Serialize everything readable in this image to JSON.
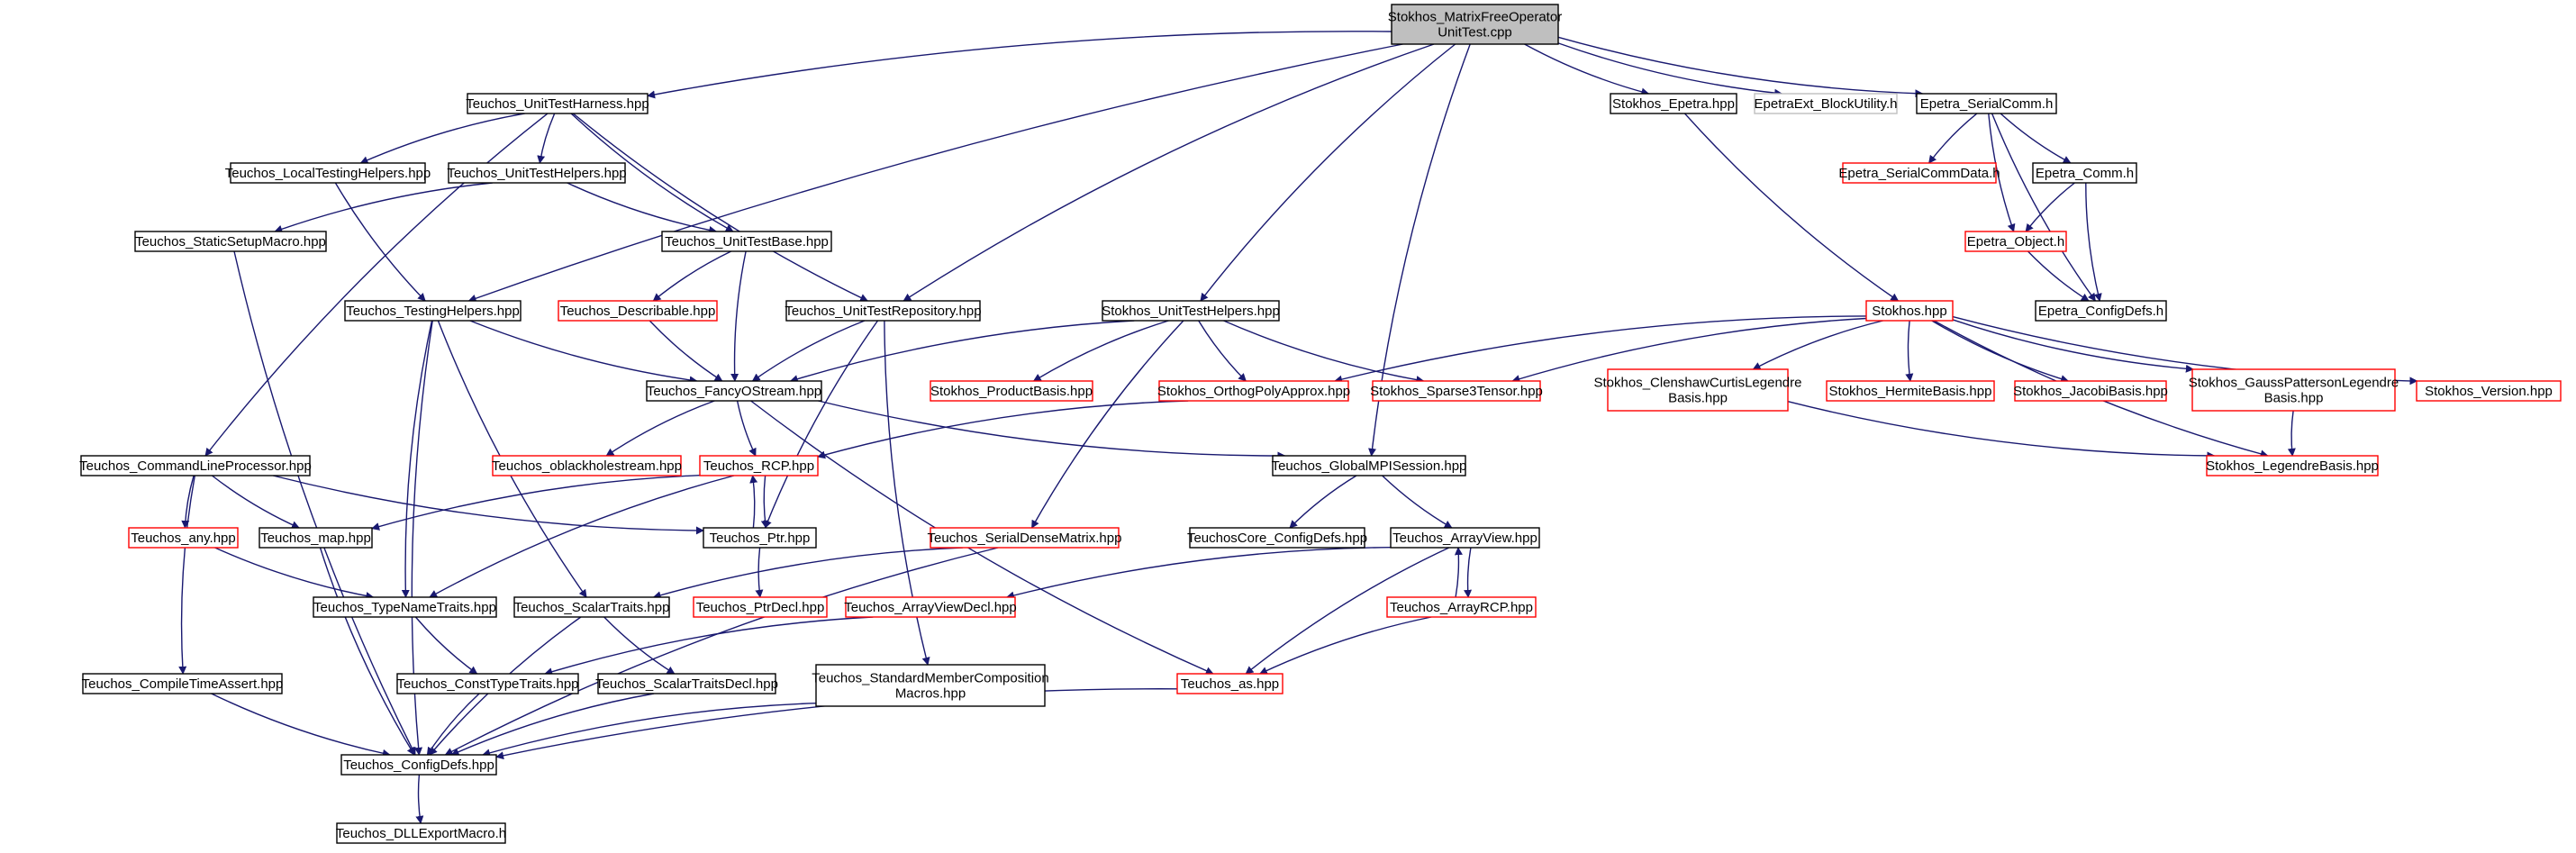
{
  "title": "Stokhos_MatrixFreeOperatorUnitTest.cpp include dependency graph",
  "colors": {
    "edge": "#191970",
    "border_normal": "#000000",
    "border_incomplete": "#ff0000",
    "border_external": "#bfbfbf",
    "root_fill": "#bfbfbf"
  },
  "nodes": {
    "root": {
      "lines": [
        "Stokhos_MatrixFreeOperator",
        "UnitTest.cpp"
      ],
      "kind": "root"
    },
    "uth": {
      "lines": [
        "Teuchos_UnitTestHarness.hpp"
      ],
      "kind": "normal"
    },
    "sepetra": {
      "lines": [
        "Stokhos_Epetra.hpp"
      ],
      "kind": "normal"
    },
    "epetraext": {
      "lines": [
        "EpetraExt_BlockUtility.h"
      ],
      "kind": "external"
    },
    "eserial": {
      "lines": [
        "Epetra_SerialComm.h"
      ],
      "kind": "normal"
    },
    "localtest": {
      "lines": [
        "Teuchos_LocalTestingHelpers.hpp"
      ],
      "kind": "normal"
    },
    "uthelp": {
      "lines": [
        "Teuchos_UnitTestHelpers.hpp"
      ],
      "kind": "normal"
    },
    "eserialdata": {
      "lines": [
        "Epetra_SerialCommData.h"
      ],
      "kind": "incomplete"
    },
    "ecomm": {
      "lines": [
        "Epetra_Comm.h"
      ],
      "kind": "normal"
    },
    "staticsetup": {
      "lines": [
        "Teuchos_StaticSetupMacro.hpp"
      ],
      "kind": "normal"
    },
    "utbase": {
      "lines": [
        "Teuchos_UnitTestBase.hpp"
      ],
      "kind": "normal"
    },
    "eobject": {
      "lines": [
        "Epetra_Object.h"
      ],
      "kind": "incomplete"
    },
    "testhelp": {
      "lines": [
        "Teuchos_TestingHelpers.hpp"
      ],
      "kind": "normal"
    },
    "describable": {
      "lines": [
        "Teuchos_Describable.hpp"
      ],
      "kind": "incomplete"
    },
    "utrepo": {
      "lines": [
        "Teuchos_UnitTestRepository.hpp"
      ],
      "kind": "normal"
    },
    "sunittest": {
      "lines": [
        "Stokhos_UnitTestHelpers.hpp"
      ],
      "kind": "normal"
    },
    "stokhos": {
      "lines": [
        "Stokhos.hpp"
      ],
      "kind": "incomplete"
    },
    "econfig": {
      "lines": [
        "Epetra_ConfigDefs.h"
      ],
      "kind": "normal"
    },
    "fancy": {
      "lines": [
        "Teuchos_FancyOStream.hpp"
      ],
      "kind": "normal"
    },
    "prodbasis": {
      "lines": [
        "Stokhos_ProductBasis.hpp"
      ],
      "kind": "incomplete"
    },
    "orthog": {
      "lines": [
        "Stokhos_OrthogPolyApprox.hpp"
      ],
      "kind": "incomplete"
    },
    "sparse3": {
      "lines": [
        "Stokhos_Sparse3Tensor.hpp"
      ],
      "kind": "incomplete"
    },
    "clenshaw": {
      "lines": [
        "Stokhos_ClenshawCurtisLegendre",
        "Basis.hpp"
      ],
      "kind": "incomplete"
    },
    "hermite": {
      "lines": [
        "Stokhos_HermiteBasis.hpp"
      ],
      "kind": "incomplete"
    },
    "jacobi": {
      "lines": [
        "Stokhos_JacobiBasis.hpp"
      ],
      "kind": "incomplete"
    },
    "gauss": {
      "lines": [
        "Stokhos_GaussPattersonLegendre",
        "Basis.hpp"
      ],
      "kind": "incomplete"
    },
    "version": {
      "lines": [
        "Stokhos_Version.hpp"
      ],
      "kind": "incomplete"
    },
    "cmdline": {
      "lines": [
        "Teuchos_CommandLineProcessor.hpp"
      ],
      "kind": "normal"
    },
    "oblackhole": {
      "lines": [
        "Teuchos_oblackholestream.hpp"
      ],
      "kind": "incomplete"
    },
    "rcp": {
      "lines": [
        "Teuchos_RCP.hpp"
      ],
      "kind": "incomplete"
    },
    "globalmpi": {
      "lines": [
        "Teuchos_GlobalMPISession.hpp"
      ],
      "kind": "normal"
    },
    "legendre": {
      "lines": [
        "Stokhos_LegendreBasis.hpp"
      ],
      "kind": "incomplete"
    },
    "any": {
      "lines": [
        "Teuchos_any.hpp"
      ],
      "kind": "incomplete"
    },
    "map": {
      "lines": [
        "Teuchos_map.hpp"
      ],
      "kind": "normal"
    },
    "ptr": {
      "lines": [
        "Teuchos_Ptr.hpp"
      ],
      "kind": "normal"
    },
    "serialdense": {
      "lines": [
        "Teuchos_SerialDenseMatrix.hpp"
      ],
      "kind": "incomplete"
    },
    "coreconfig": {
      "lines": [
        "TeuchosCore_ConfigDefs.hpp"
      ],
      "kind": "normal"
    },
    "arrayview": {
      "lines": [
        "Teuchos_ArrayView.hpp"
      ],
      "kind": "normal"
    },
    "typename": {
      "lines": [
        "Teuchos_TypeNameTraits.hpp"
      ],
      "kind": "normal"
    },
    "scalar": {
      "lines": [
        "Teuchos_ScalarTraits.hpp"
      ],
      "kind": "normal"
    },
    "ptrdecl": {
      "lines": [
        "Teuchos_PtrDecl.hpp"
      ],
      "kind": "incomplete"
    },
    "avdecl": {
      "lines": [
        "Teuchos_ArrayViewDecl.hpp"
      ],
      "kind": "incomplete"
    },
    "arrayrcp": {
      "lines": [
        "Teuchos_ArrayRCP.hpp"
      ],
      "kind": "incomplete"
    },
    "compiletime": {
      "lines": [
        "Teuchos_CompileTimeAssert.hpp"
      ],
      "kind": "normal"
    },
    "consttype": {
      "lines": [
        "Teuchos_ConstTypeTraits.hpp"
      ],
      "kind": "normal"
    },
    "scalardecl": {
      "lines": [
        "Teuchos_ScalarTraitsDecl.hpp"
      ],
      "kind": "normal"
    },
    "stdmember": {
      "lines": [
        "Teuchos_StandardMemberComposition",
        "Macros.hpp"
      ],
      "kind": "normal"
    },
    "as": {
      "lines": [
        "Teuchos_as.hpp"
      ],
      "kind": "incomplete"
    },
    "tconfig": {
      "lines": [
        "Teuchos_ConfigDefs.hpp"
      ],
      "kind": "normal"
    },
    "dllexport": {
      "lines": [
        "Teuchos_DLLExportMacro.h"
      ],
      "kind": "normal"
    }
  },
  "edges": [
    [
      "root",
      "uth"
    ],
    [
      "root",
      "testhelp"
    ],
    [
      "root",
      "utrepo"
    ],
    [
      "root",
      "sunittest"
    ],
    [
      "root",
      "globalmpi"
    ],
    [
      "root",
      "sepetra"
    ],
    [
      "root",
      "epetraext"
    ],
    [
      "root",
      "eserial"
    ],
    [
      "uth",
      "localtest"
    ],
    [
      "uth",
      "uthelp"
    ],
    [
      "uth",
      "utbase"
    ],
    [
      "uth",
      "utrepo"
    ],
    [
      "uth",
      "cmdline"
    ],
    [
      "uthelp",
      "utbase"
    ],
    [
      "uthelp",
      "staticsetup"
    ],
    [
      "localtest",
      "testhelp"
    ],
    [
      "staticsetup",
      "tconfig"
    ],
    [
      "utbase",
      "describable"
    ],
    [
      "utbase",
      "fancy"
    ],
    [
      "describable",
      "fancy"
    ],
    [
      "testhelp",
      "fancy"
    ],
    [
      "testhelp",
      "typename"
    ],
    [
      "testhelp",
      "scalar"
    ],
    [
      "testhelp",
      "tconfig"
    ],
    [
      "utrepo",
      "fancy"
    ],
    [
      "utrepo",
      "ptr"
    ],
    [
      "utrepo",
      "stdmember"
    ],
    [
      "sunittest",
      "fancy"
    ],
    [
      "sunittest",
      "prodbasis"
    ],
    [
      "sunittest",
      "orthog"
    ],
    [
      "sunittest",
      "sparse3"
    ],
    [
      "sunittest",
      "serialdense"
    ],
    [
      "sepetra",
      "stokhos"
    ],
    [
      "eserial",
      "eserialdata"
    ],
    [
      "eserial",
      "ecomm"
    ],
    [
      "eserial",
      "eobject"
    ],
    [
      "eserial",
      "econfig"
    ],
    [
      "ecomm",
      "eobject"
    ],
    [
      "ecomm",
      "econfig"
    ],
    [
      "eobject",
      "econfig"
    ],
    [
      "stokhos",
      "orthog"
    ],
    [
      "stokhos",
      "sparse3"
    ],
    [
      "stokhos",
      "clenshaw"
    ],
    [
      "stokhos",
      "hermite"
    ],
    [
      "stokhos",
      "jacobi"
    ],
    [
      "stokhos",
      "gauss"
    ],
    [
      "stokhos",
      "version"
    ],
    [
      "stokhos",
      "legendre"
    ],
    [
      "clenshaw",
      "legendre"
    ],
    [
      "gauss",
      "legendre"
    ],
    [
      "orthog",
      "rcp"
    ],
    [
      "fancy",
      "oblackhole"
    ],
    [
      "fancy",
      "rcp"
    ],
    [
      "fancy",
      "globalmpi"
    ],
    [
      "fancy",
      "as"
    ],
    [
      "cmdline",
      "any"
    ],
    [
      "cmdline",
      "map"
    ],
    [
      "cmdline",
      "ptr"
    ],
    [
      "cmdline",
      "compiletime"
    ],
    [
      "rcp",
      "ptr"
    ],
    [
      "ptr",
      "rcp"
    ],
    [
      "rcp",
      "map"
    ],
    [
      "rcp",
      "typename"
    ],
    [
      "globalmpi",
      "coreconfig"
    ],
    [
      "globalmpi",
      "arrayview"
    ],
    [
      "any",
      "typename"
    ],
    [
      "map",
      "tconfig"
    ],
    [
      "ptr",
      "ptrdecl"
    ],
    [
      "serialdense",
      "scalar"
    ],
    [
      "serialdense",
      "tconfig"
    ],
    [
      "arrayview",
      "avdecl"
    ],
    [
      "arrayview",
      "arrayrcp"
    ],
    [
      "arrayrcp",
      "arrayview"
    ],
    [
      "arrayview",
      "as"
    ],
    [
      "arrayrcp",
      "as"
    ],
    [
      "typename",
      "consttype"
    ],
    [
      "scalar",
      "scalardecl"
    ],
    [
      "scalar",
      "tconfig"
    ],
    [
      "avdecl",
      "consttype"
    ],
    [
      "compiletime",
      "tconfig"
    ],
    [
      "consttype",
      "tconfig"
    ],
    [
      "scalardecl",
      "tconfig"
    ],
    [
      "stdmember",
      "tconfig"
    ],
    [
      "as",
      "tconfig"
    ],
    [
      "tconfig",
      "dllexport"
    ]
  ]
}
